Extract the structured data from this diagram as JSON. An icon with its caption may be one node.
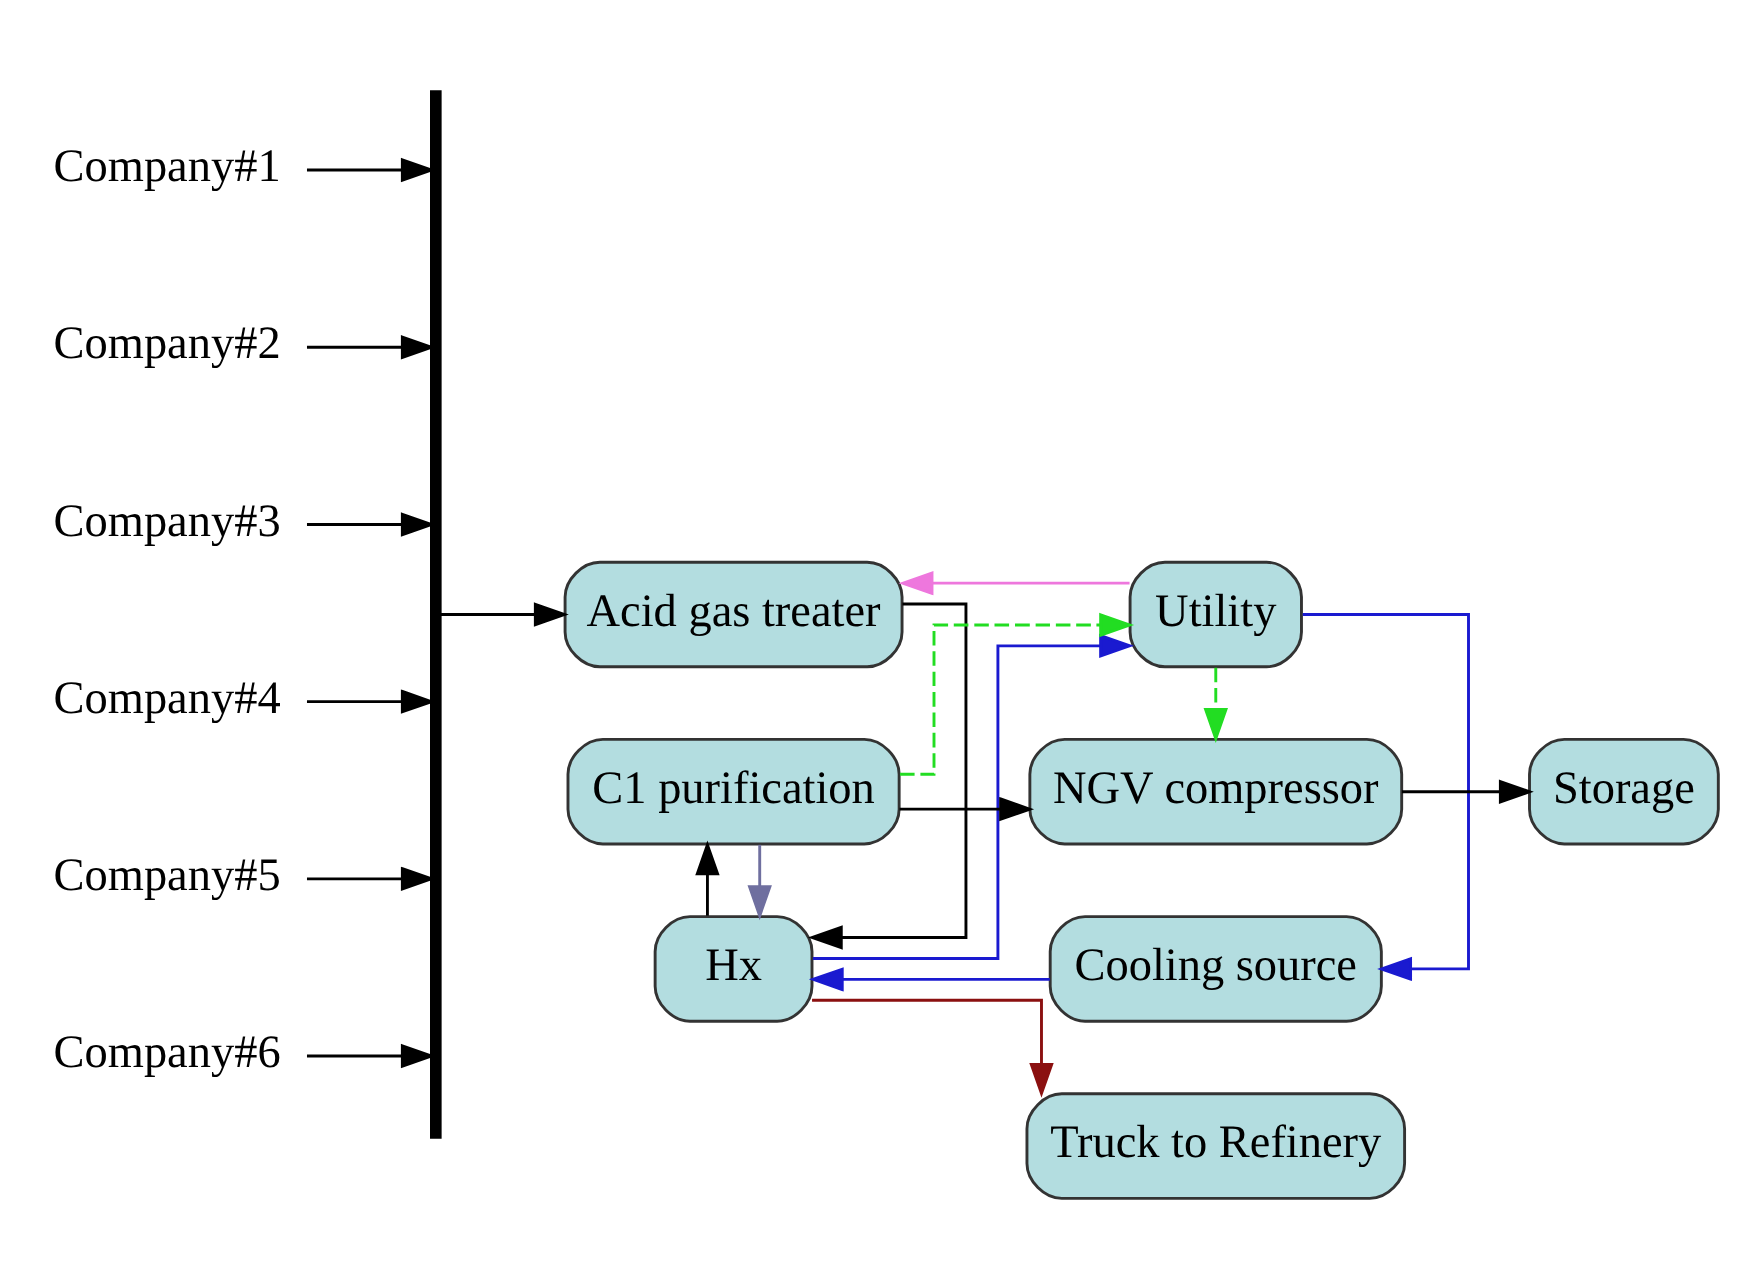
{
  "diagram": {
    "nodes": [
      {
        "text": [
          "Company#1"
        ]
      },
      {
        "text": [
          "Company#2"
        ]
      },
      {
        "text": [
          "Company#3"
        ]
      },
      {
        "text": [
          "Company#4"
        ]
      },
      {
        "text": [
          "Company#5"
        ]
      },
      {
        "text": [
          "Company#6"
        ]
      },
      {
        "text": [],
        "shape": "bar"
      },
      {
        "text": [
          "Utility"
        ]
      },
      {
        "text": [
          "Cooling source"
        ]
      },
      {
        "text": [
          "NGV compressor"
        ]
      },
      {
        "text": [
          "Acid gas treater"
        ]
      },
      {
        "text": [
          "Hx"
        ]
      },
      {
        "text": [
          "C1 purification"
        ]
      },
      {
        "text": [
          "Storage"
        ]
      },
      {
        "text": [
          "Truck to Refinery"
        ]
      }
    ],
    "edges": [
      {
        "from": 0,
        "to": 6,
        "arrow": "to"
      },
      {
        "from": 1,
        "to": 6,
        "arrow": "to"
      },
      {
        "from": 2,
        "to": 6,
        "arrow": "to"
      },
      {
        "from": 3,
        "to": 6,
        "arrow": "to"
      },
      {
        "from": 4,
        "to": 6,
        "arrow": "to"
      },
      {
        "from": 5,
        "to": 6,
        "arrow": "to"
      },
      {
        "from": 6,
        "to": 10,
        "arrow": "to"
      },
      {
        "from": 7,
        "to": 10,
        "arrow": "to",
        "color": "#ee77dd"
      },
      {
        "from": 7,
        "to": 8,
        "arrow": "to",
        "color": "#1a1ad0"
      },
      {
        "from": 8,
        "to": 11,
        "arrow": "to",
        "color": "#1a1ad0"
      },
      {
        "from": 11,
        "to": 7,
        "arrow": "to",
        "color": "#1a1ad0"
      },
      {
        "from": 7,
        "to": 9,
        "arrow": "to",
        "style": "dashed",
        "color": "#22dd22"
      },
      {
        "from": 12,
        "to": 7,
        "arrow": "to",
        "style": "dashed",
        "color": "#22dd22"
      },
      {
        "from": 10,
        "to": 11,
        "arrow": "to"
      },
      {
        "from": 11,
        "to": 12,
        "arrow": "to"
      },
      {
        "from": 12,
        "to": 9,
        "arrow": "to"
      },
      {
        "from": 9,
        "to": 13,
        "arrow": "to"
      },
      {
        "from": 12,
        "to": 11,
        "arrow": "to",
        "color": "#6f6f9f"
      },
      {
        "from": 11,
        "to": 14,
        "arrow": "to",
        "color": "#8b1010"
      }
    ]
  }
}
